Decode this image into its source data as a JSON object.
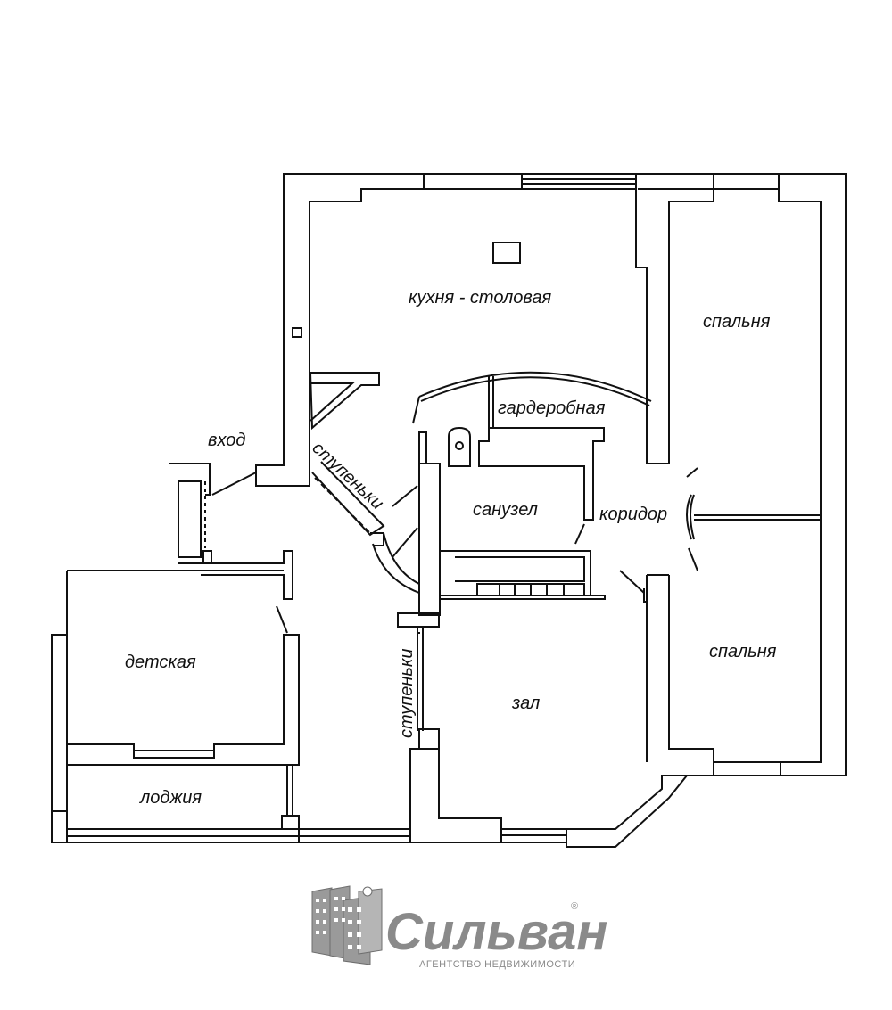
{
  "rooms": {
    "kitchen": "кухня - столовая",
    "bedroom_top": "спальня",
    "wardrobe": "гардеробная",
    "entrance": "вход",
    "steps_upper": "ступеньки",
    "bathroom": "санузел",
    "corridor": "коридор",
    "kids_room": "детская",
    "hall": "зал",
    "bedroom_bottom": "спальня",
    "steps_lower": "ступеньки",
    "loggia": "лоджия"
  },
  "logo": {
    "name": "Сильван",
    "subtitle": "АГЕНТСТВО НЕДВИЖИМОСТИ",
    "reg_mark": "®"
  },
  "colors": {
    "wall_stroke": "#111111",
    "logo_gray": "#8a8a8a"
  }
}
